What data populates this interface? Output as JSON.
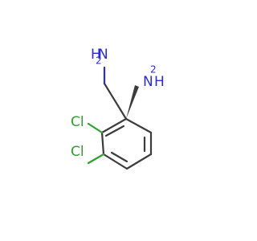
{
  "molecule": {
    "atoms": {
      "amine_top": {
        "main": "N",
        "sub_left": "H",
        "sub_right": "2"
      },
      "amine_stereo": {
        "main": "N",
        "sub_left": "H",
        "sub_right": "2"
      },
      "chloro_upper": "Cl",
      "chloro_lower": "Cl"
    },
    "colors": {
      "bond": "#3c3c3c",
      "nitrogen": "#2b2bd6",
      "chlorine": "#2da12d"
    },
    "icons": [
      "molecule-structure"
    ]
  }
}
